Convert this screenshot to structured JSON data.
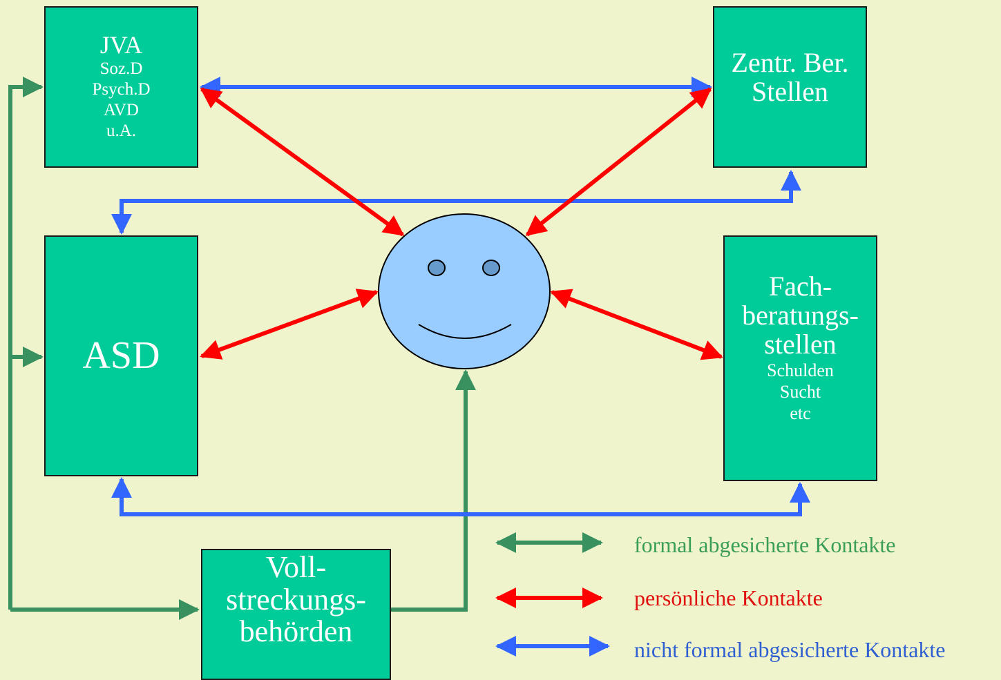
{
  "boxes": {
    "jva": {
      "title": "JVA",
      "lines": [
        "Soz.D",
        "Psych.D",
        "AVD",
        "u.A."
      ]
    },
    "zentr": {
      "lines": [
        "Zentr. Ber.",
        "Stellen"
      ]
    },
    "asd": {
      "title": "ASD"
    },
    "fach": {
      "lines": [
        "Fach-",
        "beratungs-",
        "stellen"
      ],
      "sublines": [
        "Schulden",
        "Sucht",
        "etc"
      ]
    },
    "voll": {
      "lines": [
        "Voll-",
        "streckungs-",
        "behörden"
      ]
    }
  },
  "legend": [
    {
      "label": "formal abgesicherte Kontakte",
      "color": "#3a9160"
    },
    {
      "label": "persönliche Kontakte",
      "color": "#e01010"
    },
    {
      "label": "nicht formal abgesicherte Kontakte",
      "color": "#2f6ff0"
    }
  ],
  "colors": {
    "background": "#f0f4cc",
    "box": "#00cc99",
    "face": "#99ccff",
    "formal": "#3a9160",
    "personal": "#ff0000",
    "informal": "#3366ff"
  }
}
